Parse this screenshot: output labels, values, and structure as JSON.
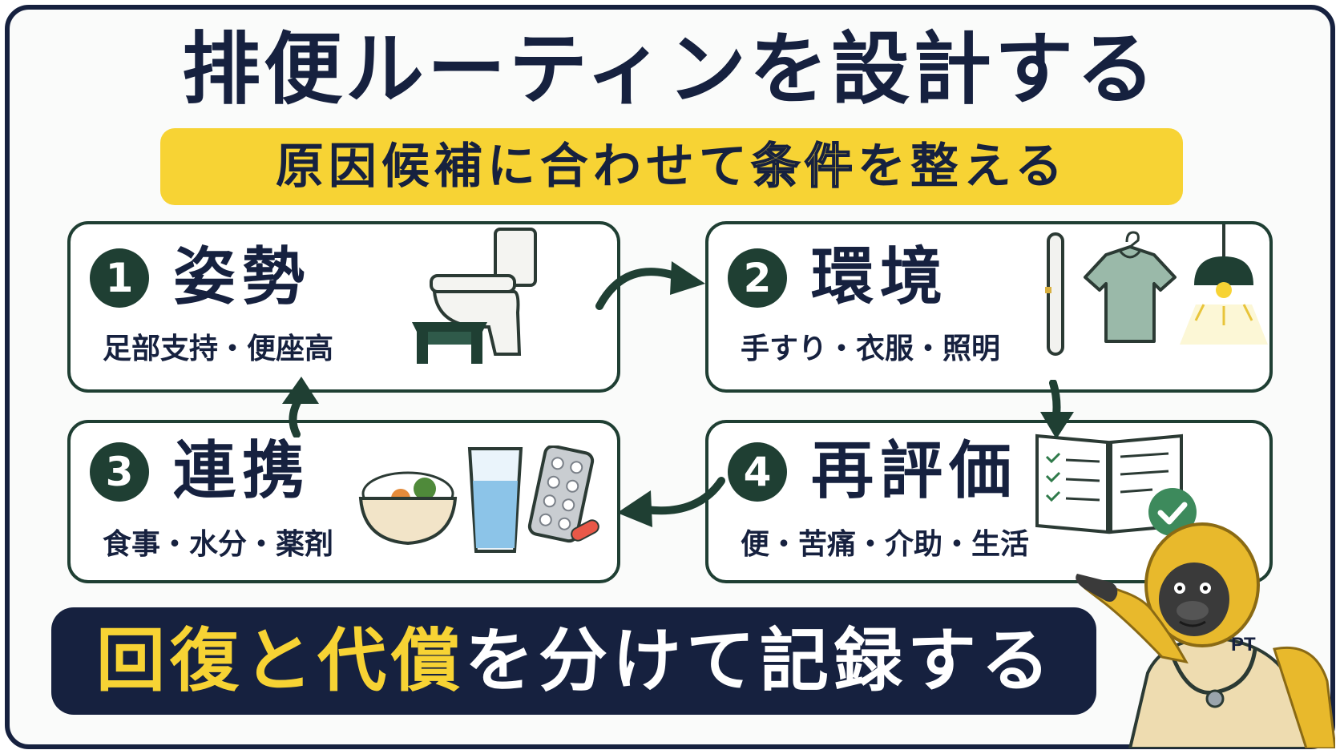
{
  "title": "排便ルーティンを設計する",
  "subtitle": {
    "before": "原因候補に合わせて",
    "highlight": "条件",
    "after": "を整える"
  },
  "steps": [
    {
      "number": "1",
      "heading": "姿勢",
      "detail": "足部支持・便座高",
      "icons": [
        "toilet-icon",
        "footstool-icon"
      ]
    },
    {
      "number": "2",
      "heading": "環境",
      "detail": "手すり・衣服・照明",
      "icons": [
        "handrail-icon",
        "shirt-icon",
        "lamp-icon"
      ]
    },
    {
      "number": "3",
      "heading": "連携",
      "detail": "食事・水分・薬剤",
      "icons": [
        "meal-bowl-icon",
        "water-glass-icon",
        "pill-pack-icon"
      ]
    },
    {
      "number": "4",
      "heading": "再評価",
      "detail": "便・苦痛・介助・生活",
      "icons": [
        "checklist-book-icon",
        "check-badge-icon"
      ]
    }
  ],
  "bottom": {
    "highlight": "回復と代償",
    "rest": "を分けて記録する"
  },
  "mascot": {
    "badge": "PT"
  },
  "colors": {
    "navy": "#16213f",
    "green": "#1f3f33",
    "yellow": "#f7d334",
    "background": "#fafbfa"
  }
}
